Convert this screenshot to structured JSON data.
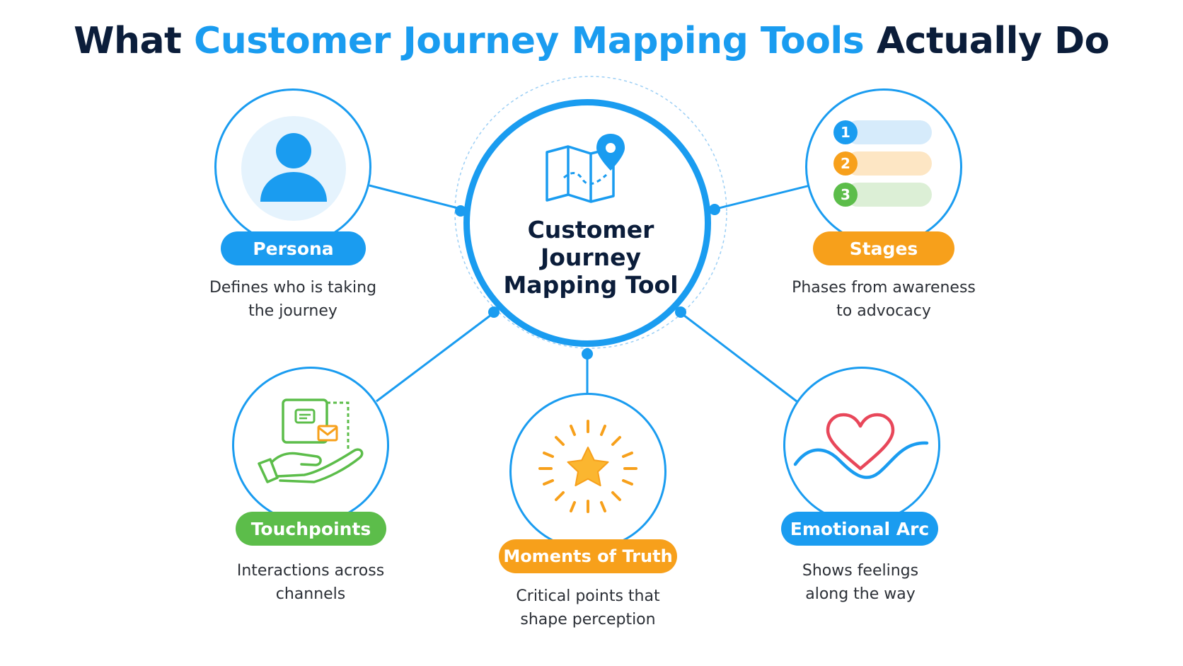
{
  "title": {
    "part1": "What ",
    "highlight": "Customer Journey Mapping Tools",
    "part2": " Actually Do"
  },
  "center": {
    "line1": "Customer",
    "line2": "Journey",
    "line3": "Mapping Tool",
    "icon": "map-pin-icon"
  },
  "nodes": {
    "persona": {
      "label": "Persona",
      "desc1": "Defines who is taking",
      "desc2": "the journey",
      "color": "#1a9cf0",
      "icon": "user-icon"
    },
    "stages": {
      "label": "Stages",
      "desc1": "Phases from awareness",
      "desc2": "to advocacy",
      "color": "#f7a01b",
      "icon": "numbered-list-icon",
      "steps": [
        "1",
        "2",
        "3"
      ]
    },
    "touchpoints": {
      "label": "Touchpoints",
      "desc1": "Interactions across",
      "desc2": "channels",
      "color": "#5cbd4a",
      "icon": "hand-message-icon"
    },
    "moments": {
      "label": "Moments of Truth",
      "desc1": "Critical points that",
      "desc2": "shape perception",
      "color": "#f7a01b",
      "icon": "star-burst-icon"
    },
    "emotional": {
      "label": "Emotional Arc",
      "desc1": "Shows feelings",
      "desc2": "along the way",
      "color": "#1a9cf0",
      "icon": "heart-wave-icon"
    }
  },
  "colors": {
    "accent": "#1a9cf0",
    "orange": "#f7a01b",
    "green": "#5cbd4a",
    "navy": "#0b1d3a",
    "red": "#e8475a"
  }
}
